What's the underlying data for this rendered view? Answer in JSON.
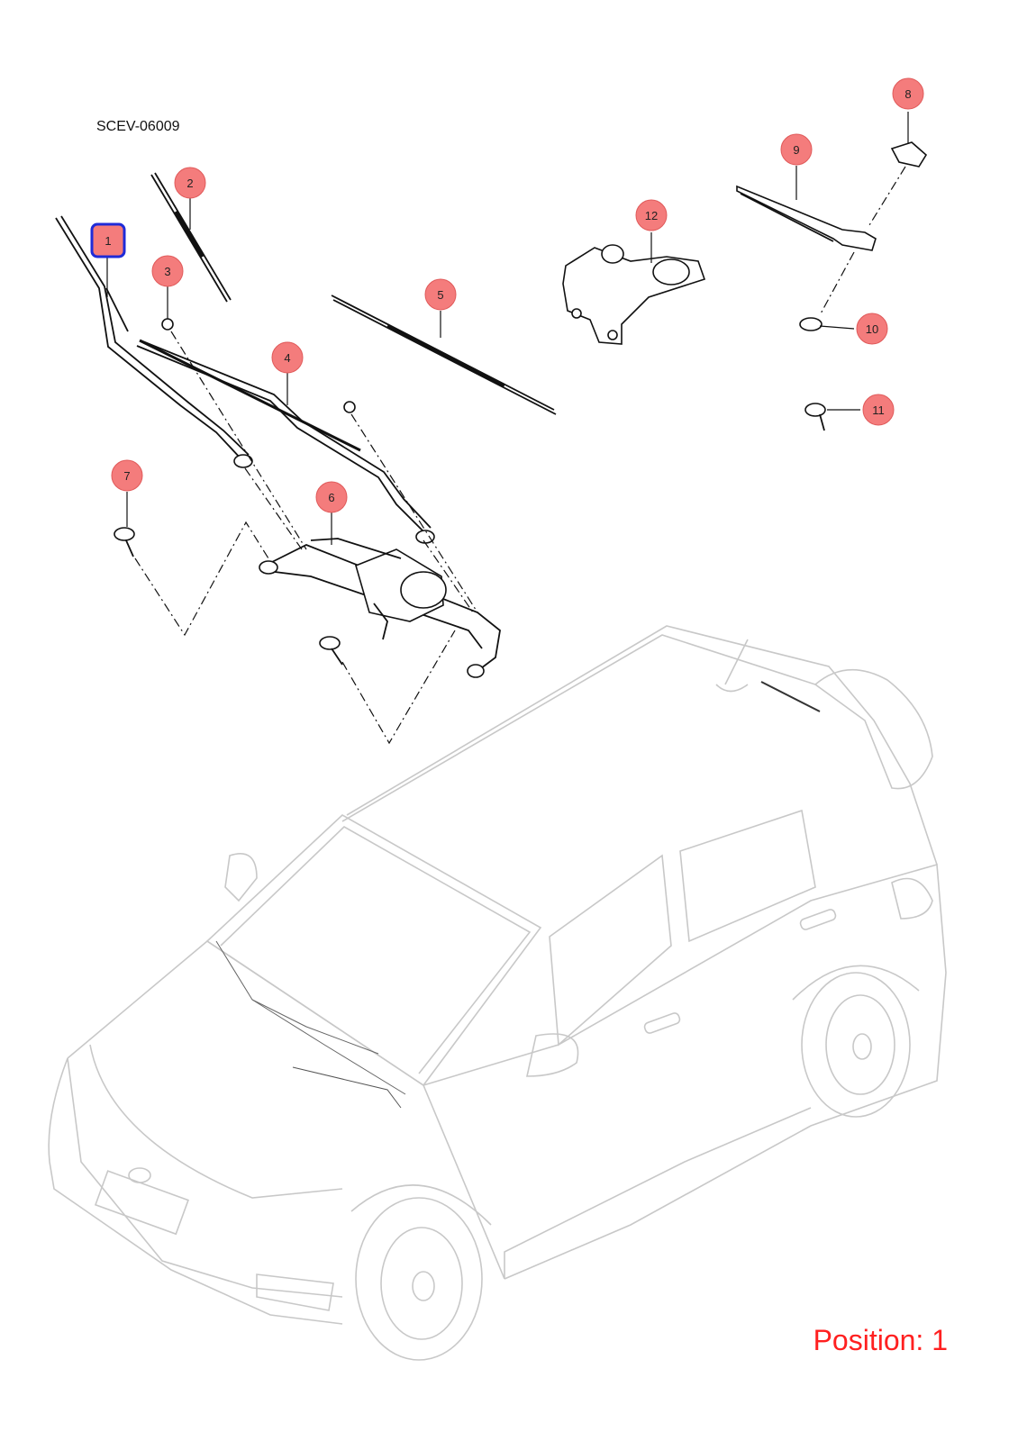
{
  "diagram": {
    "code": "SCEV-06009",
    "position_label": "Position: 1",
    "selected_callout": "1",
    "colors": {
      "callout_fill": "#f47c7c",
      "selected_outline": "#1f2bd8",
      "position_text": "#ff2020"
    }
  },
  "callouts": [
    {
      "id": "1",
      "label": "1"
    },
    {
      "id": "2",
      "label": "2"
    },
    {
      "id": "3",
      "label": "3"
    },
    {
      "id": "4",
      "label": "4"
    },
    {
      "id": "5",
      "label": "5"
    },
    {
      "id": "6",
      "label": "6"
    },
    {
      "id": "7",
      "label": "7"
    },
    {
      "id": "8",
      "label": "8"
    },
    {
      "id": "9",
      "label": "9"
    },
    {
      "id": "10",
      "label": "10"
    },
    {
      "id": "11",
      "label": "11"
    },
    {
      "id": "12",
      "label": "12"
    }
  ]
}
